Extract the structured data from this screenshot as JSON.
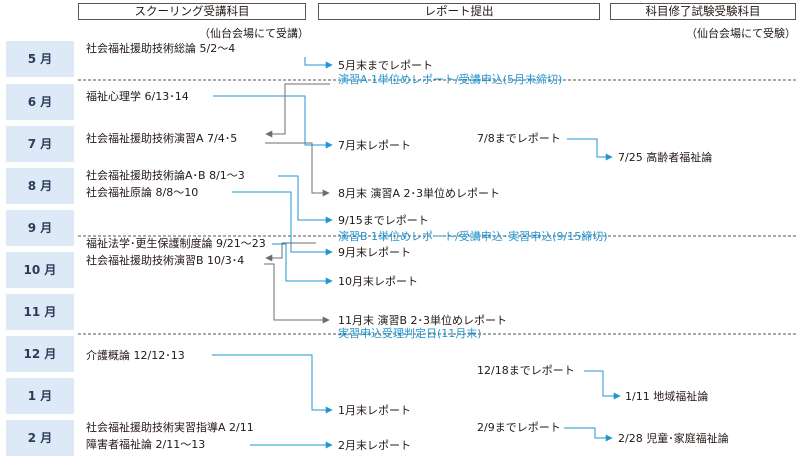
{
  "headers": {
    "schooling": "スクーリング受講科目",
    "schooling_sub": "（仙台会場にて受講）",
    "report": "レポート提出",
    "exam": "科目修了試験受験科目",
    "exam_sub": "（仙台会場にて受験）"
  },
  "months": [
    "5 月",
    "6 月",
    "7 月",
    "8 月",
    "9 月",
    "10 月",
    "11 月",
    "12 月",
    "1 月",
    "2 月"
  ],
  "schooling": {
    "s1": "社会福祉援助技術総論 5/2〜4",
    "s2": "福祉心理学 6/13･14",
    "s3": "社会福祉援助技術演習A 7/4･5",
    "s4": "社会福祉援助技術論A･B 8/1〜3",
    "s5": "社会福祉原論 8/8〜10",
    "s6": "福祉法学･更生保護制度論 9/21〜23",
    "s7": "社会福祉援助技術演習B 10/3･4",
    "s8": "介護概論 12/12･13",
    "s9": "社会福祉援助技術実習指導A 2/11",
    "s10": "障害者福祉論 2/11〜13"
  },
  "reports": {
    "r1": "5月末までレポート",
    "r2": "7月末レポート",
    "r3": "8月末 演習A 2･3単位めレポート",
    "r4": "9/15までレポート",
    "r5": "9月末レポート",
    "r6": "10月末レポート",
    "r7": "11月末 演習B 2･3単位めレポート",
    "r8": "1月末レポート",
    "r9": "2月末レポート"
  },
  "exam_reports": {
    "e1": "7/8までレポート",
    "e2": "12/18までレポート",
    "e3": "2/9までレポート"
  },
  "exams": {
    "x1": "7/25 高齢者福祉論",
    "x2": "1/11 地域福祉論",
    "x3": "2/28 児童･家庭福祉論"
  },
  "milestones": {
    "m1": "演習A 1単位めレポート/受講申込(5月末締切)",
    "m2": "演習B 1単位めレポート/受講申込･実習申込(9/15締切)",
    "m3": "実習申込受理判定日(11月末)"
  },
  "colors": {
    "blue": "#2196d3",
    "month_bg": "#dde9f6",
    "gray": "#6d6d6d"
  }
}
